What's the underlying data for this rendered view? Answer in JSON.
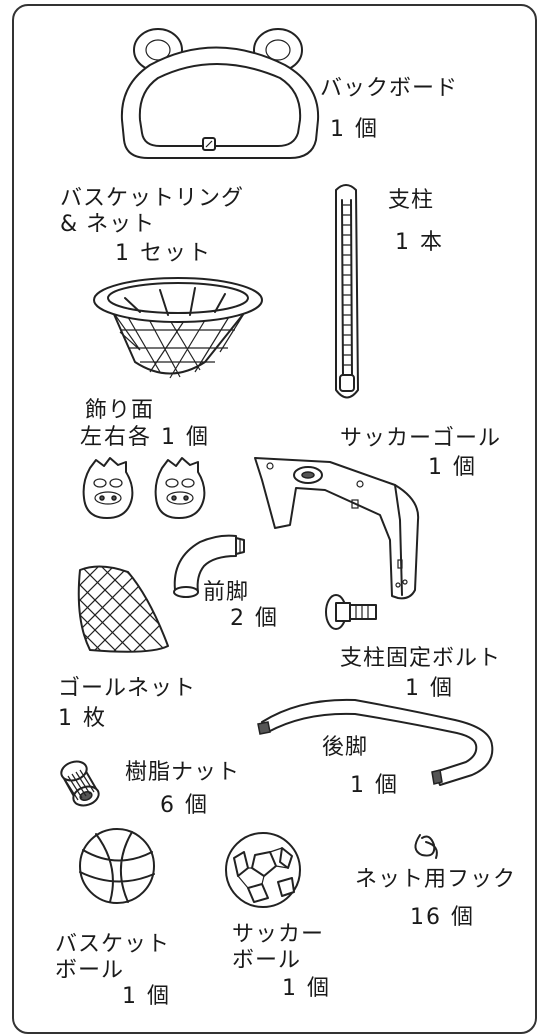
{
  "parts": {
    "backboard": {
      "name": "バックボード",
      "qty": "1 個"
    },
    "basket_ring": {
      "name_line1": "バスケットリング",
      "name_line2": "& ネット",
      "qty": "1 セット"
    },
    "pole": {
      "name": "支柱",
      "qty": "1 本"
    },
    "decor_face": {
      "name": "飾り面",
      "qty": "左右各 1 個"
    },
    "soccer_goal": {
      "name": "サッカーゴール",
      "qty": "1 個"
    },
    "front_leg": {
      "name": "前脚",
      "qty": "2 個"
    },
    "pole_bolt": {
      "name": "支柱固定ボルト",
      "qty": "1 個"
    },
    "goal_net": {
      "name": "ゴールネット",
      "qty": "1 枚"
    },
    "rear_leg": {
      "name": "後脚",
      "qty": "1 個"
    },
    "resin_nut": {
      "name": "樹脂ナット",
      "qty": "6 個"
    },
    "net_hook": {
      "name": "ネット用フック",
      "qty": "16 個"
    },
    "basketball": {
      "name_line1": "バスケット",
      "name_line2": "ボール",
      "qty": "1 個"
    },
    "soccer_ball": {
      "name_line1": "サッカー",
      "name_line2": "ボール",
      "qty": "1 個"
    }
  }
}
